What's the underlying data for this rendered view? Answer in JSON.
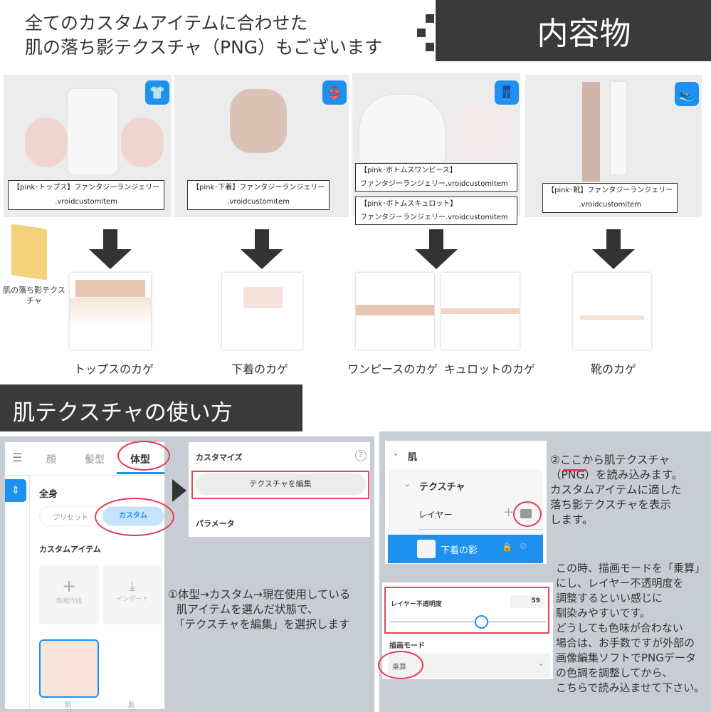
{
  "header": {
    "line1": "全てのカスタムアイテムに合わせた",
    "line2": "肌の落ち影テクスチャ（PNG）もございます",
    "section_title": "内容物"
  },
  "products": [
    {
      "icon": "shirt-icon",
      "label1": "【pink･トップス】ファンタジーランジェリー",
      "label2": ".vroidcustomitem"
    },
    {
      "icon": "underwear-icon",
      "label1": "【pink･下着】ファンタジーランジェリー",
      "label2": ".vroidcustomitem"
    },
    {
      "icon": "bottoms-icon",
      "label1": "【pink･ボトムスワンピース】",
      "label2": "ファンタジーランジェリー.vroidcustomitem",
      "label3": "【pink･ボトムスキュロット】",
      "label4": "ファンタジーランジェリー.vroidcustomitem"
    },
    {
      "icon": "shoe-icon",
      "label1": "【pink･靴】ファンタジーランジェリー",
      "label2": ".vroidcustomitem"
    }
  ],
  "folder_label": "肌の落ち影テクスチャ",
  "shadow_captions": [
    "トップスのカゲ",
    "下着のカゲ",
    "ワンピースのカゲ",
    "キュロットのカゲ",
    "靴のカゲ"
  ],
  "howto_title": "肌テクスチャの使い方",
  "step1": {
    "tabs": [
      "顔",
      "髪型",
      "体型"
    ],
    "section": "全身",
    "toggle": [
      "プリセット",
      "カスタム"
    ],
    "custom_items": "カスタムアイテム",
    "new_label": "新規作成",
    "import_label": "インポート",
    "item_labels": [
      "肌",
      "肌"
    ],
    "customize": "カスタマイズ",
    "edit_texture": "テクスチャを編集",
    "parameters": "パラメータ",
    "note": [
      "①体型→カスタム→現在使用している",
      "肌アイテムを選んだ状態で、",
      "「テクスチャを編集」を選択します"
    ]
  },
  "step2": {
    "skin": "肌",
    "texture": "テクスチャ",
    "layer": "レイヤー",
    "layer_name": "下着の影",
    "opacity_label": "レイヤー不透明度",
    "opacity_value": "59",
    "opacity_fraction": 0.59,
    "draw_mode_label": "描画モード",
    "draw_mode": "乗算",
    "note1": [
      "②ここから肌テクスチャ",
      "（PNG）を読み込みます。",
      "カスタムアイテムに適した",
      "落ち影テクスチャを表示",
      "します。"
    ],
    "note2": [
      "この時、描画モードを「乗算」",
      "にし、レイヤー不透明度を",
      "調整するといい感じに",
      "馴染みやすいです。",
      "どうしても色味が合わない",
      "場合は、お手数ですが外部の",
      "画像編集ソフトでPNGデータ",
      "の色調を調整してから、",
      "こちらで読み込ませて下さい。"
    ]
  },
  "colors": {
    "accent": "#1e90f0",
    "dark": "#3a3a3a",
    "highlight": "#e0475a",
    "panel": "#c8cdd3"
  }
}
